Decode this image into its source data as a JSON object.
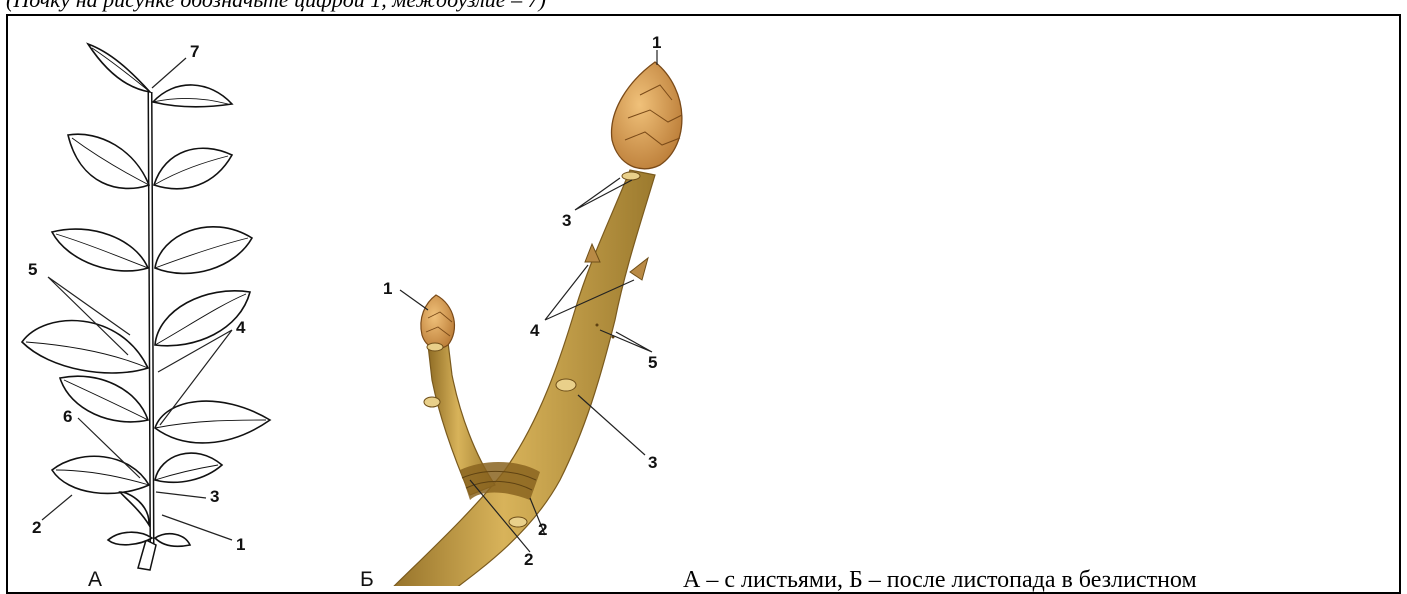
{
  "caption_top": "(Почку на рисунке обозначьте цифрой 1, междоузлие – 7)",
  "caption_bottom": "А – с листьями, Б – после листопада в безлистном",
  "figure": {
    "panel_a": {
      "letter": "А",
      "labels": [
        "7",
        "5",
        "4",
        "6",
        "3",
        "2",
        "1"
      ]
    },
    "panel_b": {
      "letter": "Б",
      "labels": [
        "1",
        "3",
        "1",
        "4",
        "5",
        "3",
        "2",
        "2"
      ]
    }
  },
  "colors": {
    "twig": "#c9a44a",
    "twig_shade": "#9c7a2e",
    "bud": "#d9a05a",
    "ink": "#111111"
  }
}
